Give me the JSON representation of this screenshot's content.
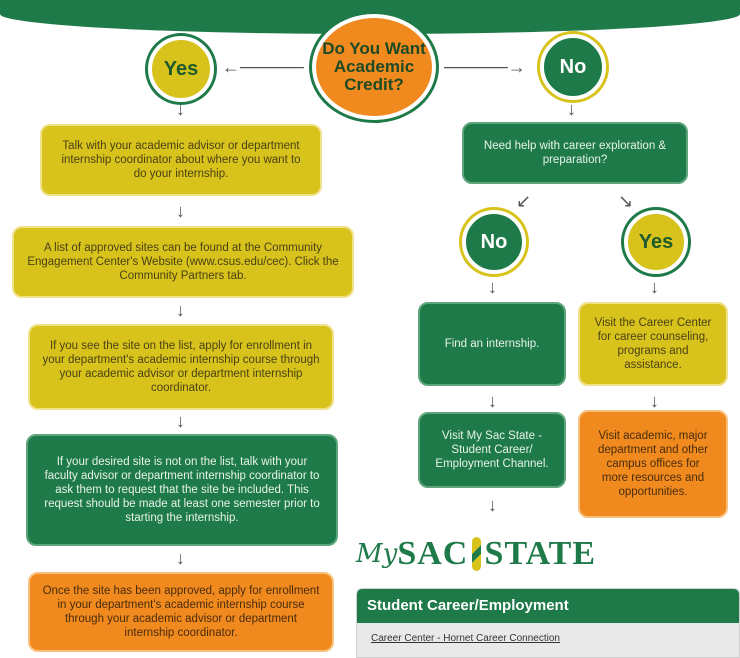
{
  "question": "Do You Want Academic Credit?",
  "yes_label": "Yes",
  "no_label": "No",
  "left_branch": [
    "Talk with your academic advisor or department internship coordinator about where you want to do your internship.",
    "A list of approved sites can be found at the Community Engagement Center's Website (www.csus.edu/cec). Click the Community Partners tab.",
    "If you see the site on the list, apply for enrollment in your department's academic internship course through your academic advisor or department internship coordinator.",
    "If your desired site is not on the list, talk with your faculty advisor or department internship coordinator to ask them to request that the site be included. This request should be made at least one semester prior to starting the internship.",
    "Once the site has been approved, apply for enrollment in your department's academic internship course through your academic advisor or department internship coordinator."
  ],
  "right_branch": {
    "question": "Need help with career exploration & preparation?",
    "no_steps": [
      "Find an internship.",
      "Visit My Sac State - Student Career/ Employment Channel."
    ],
    "yes_steps": [
      "Visit the Career Center for career counseling, programs and assistance.",
      "Visit academic, major department and other campus offices for more resources and opportunities."
    ]
  },
  "logo": {
    "my": "My",
    "sac": "SAC",
    "state": "STATE"
  },
  "panel": {
    "title": "Student Career/Employment",
    "items": [
      "Career Center - Hornet Career Connection"
    ]
  },
  "colors": {
    "green": "#1e7a49",
    "yellow": "#d8c21c",
    "orange": "#f08a1e"
  }
}
